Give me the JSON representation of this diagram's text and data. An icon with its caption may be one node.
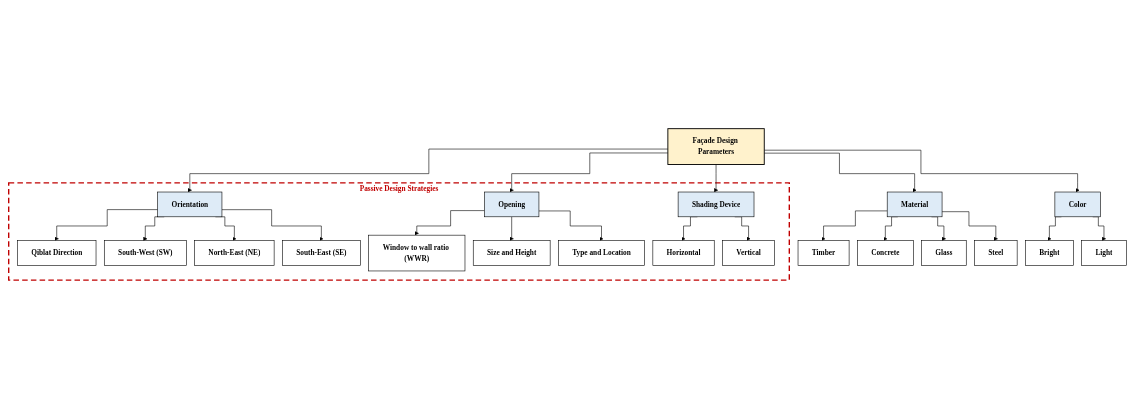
{
  "diagram": {
    "nodes": [
      {
        "text": [
          "Façade Design Parameters"
        ]
      },
      {
        "text": [
          "Passive Design Strategies"
        ]
      },
      {
        "text": [
          "Orientation"
        ],
        "in": 1
      },
      {
        "text": [
          "Qiblat Direction"
        ],
        "in": 1
      },
      {
        "text": [
          "South-West (SW)"
        ],
        "in": 1
      },
      {
        "text": [
          "North-East (NE)"
        ],
        "in": 1
      },
      {
        "text": [
          "South-East (SE)"
        ],
        "in": 1
      },
      {
        "text": [
          "Opening"
        ],
        "in": 1
      },
      {
        "text": [
          "Window to wall ratio (WWR)"
        ],
        "in": 1
      },
      {
        "text": [
          "Size and Height"
        ],
        "in": 1
      },
      {
        "text": [
          "Type and Location"
        ],
        "in": 1
      },
      {
        "text": [
          "Shading Device"
        ],
        "in": 1
      },
      {
        "text": [
          "Horizontal"
        ],
        "in": 1
      },
      {
        "text": [
          "Vertical"
        ],
        "in": 1
      },
      {
        "text": [
          "Material"
        ]
      },
      {
        "text": [
          "Timber"
        ]
      },
      {
        "text": [
          "Concrete"
        ]
      },
      {
        "text": [
          "Glass"
        ]
      },
      {
        "text": [
          "Steel"
        ]
      },
      {
        "text": [
          "Color"
        ]
      },
      {
        "text": [
          "Bright"
        ]
      },
      {
        "text": [
          "Light"
        ]
      }
    ],
    "edges": [
      {
        "from": 0,
        "to": 2,
        "arrow": "to"
      },
      {
        "from": 0,
        "to": 7,
        "arrow": "to"
      },
      {
        "from": 0,
        "to": 11,
        "arrow": "to"
      },
      {
        "from": 0,
        "to": 14,
        "arrow": "to"
      },
      {
        "from": 0,
        "to": 19,
        "arrow": "to"
      },
      {
        "from": 2,
        "to": 3,
        "arrow": "to"
      },
      {
        "from": 2,
        "to": 4,
        "arrow": "to"
      },
      {
        "from": 2,
        "to": 5,
        "arrow": "to"
      },
      {
        "from": 2,
        "to": 6,
        "arrow": "to"
      },
      {
        "from": 7,
        "to": 8,
        "arrow": "to"
      },
      {
        "from": 7,
        "to": 9,
        "arrow": "to"
      },
      {
        "from": 7,
        "to": 10,
        "arrow": "to"
      },
      {
        "from": 11,
        "to": 12,
        "arrow": "to"
      },
      {
        "from": 11,
        "to": 13,
        "arrow": "to"
      },
      {
        "from": 14,
        "to": 15,
        "arrow": "to"
      },
      {
        "from": 14,
        "to": 16,
        "arrow": "to"
      },
      {
        "from": 14,
        "to": 17,
        "arrow": "to"
      },
      {
        "from": 14,
        "to": 18,
        "arrow": "to"
      },
      {
        "from": 19,
        "to": 20,
        "arrow": "to"
      },
      {
        "from": 19,
        "to": 21,
        "arrow": "to"
      }
    ]
  }
}
